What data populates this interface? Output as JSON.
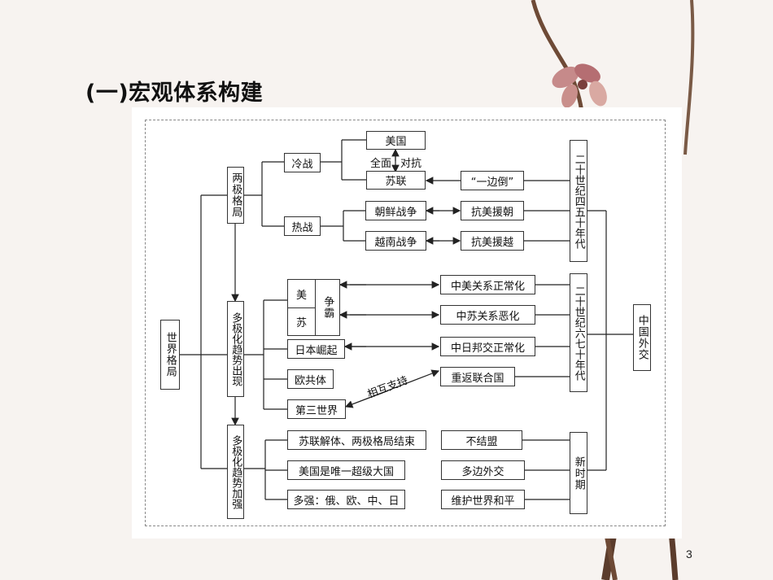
{
  "slide": {
    "title": "(一)宏观体系构建",
    "page_number": "3"
  },
  "diagram": {
    "root": "世界格局",
    "bipolar": {
      "label": "两极格局",
      "cold_war": "冷战",
      "hot_war": "热战",
      "usa": "美国",
      "confront": "全面",
      "confront2": "对抗",
      "ussr": "苏联",
      "korean_war": "朝鲜战争",
      "vietnam_war": "越南战争"
    },
    "multi_emerging": {
      "label": "多极化趋势出现",
      "us": "美",
      "su": "苏",
      "hegemony": "争霸",
      "japan": "日本崛起",
      "ec": "欧共体",
      "third_world": "第三世界",
      "mutual": "相互支持"
    },
    "multi_strengthen": {
      "label": "多极化趋势加强",
      "item1": "苏联解体、两极格局结束",
      "item2": "美国是唯一超级大国",
      "item3": "多强：俄、欧、中、日"
    },
    "china": {
      "label": "中国外交",
      "period1": "二十世纪四五十年代",
      "period2": "二十世纪六七十年代",
      "period3": "新时期",
      "lean": "“一边倒”",
      "aid_korea": "抗美援朝",
      "aid_vietnam": "抗美援越",
      "sino_us": "中美关系正常化",
      "sino_soviet": "中苏关系恶化",
      "sino_japan": "中日邦交正常化",
      "un": "重返联合国",
      "nonaligned": "不结盟",
      "multilateral": "多边外交",
      "peace": "维护世界和平"
    }
  }
}
